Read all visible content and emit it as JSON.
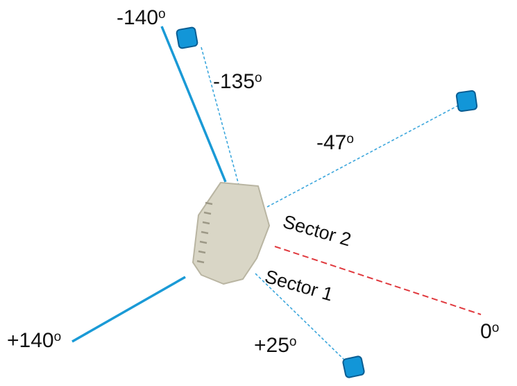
{
  "colors": {
    "boundary_line": "#1a9ad6",
    "dashed_line": "#3ba6dc",
    "reference_line": "#e0393e",
    "marker_fill": "#1296d8",
    "marker_stroke": "#0a5d92",
    "device_fill": "#d9d6c6",
    "device_stroke": "#b9b5a2"
  },
  "labels": {
    "angle_neg140": {
      "value": "-140",
      "unit": "o"
    },
    "angle_neg135": {
      "value": "-135",
      "unit": "o"
    },
    "angle_neg47": {
      "value": "-47",
      "unit": "o"
    },
    "angle_pos140": {
      "value": "+140",
      "unit": "o"
    },
    "angle_pos25": {
      "value": "+25",
      "unit": "o"
    },
    "angle_zero": {
      "value": "0",
      "unit": "o"
    },
    "sector2": "Sector 2",
    "sector1": "Sector 1"
  },
  "markers": [
    {
      "name": "marker-neg135",
      "icon": "square-marker-icon"
    },
    {
      "name": "marker-neg47",
      "icon": "square-marker-icon"
    },
    {
      "name": "marker-pos25",
      "icon": "square-marker-icon"
    }
  ]
}
